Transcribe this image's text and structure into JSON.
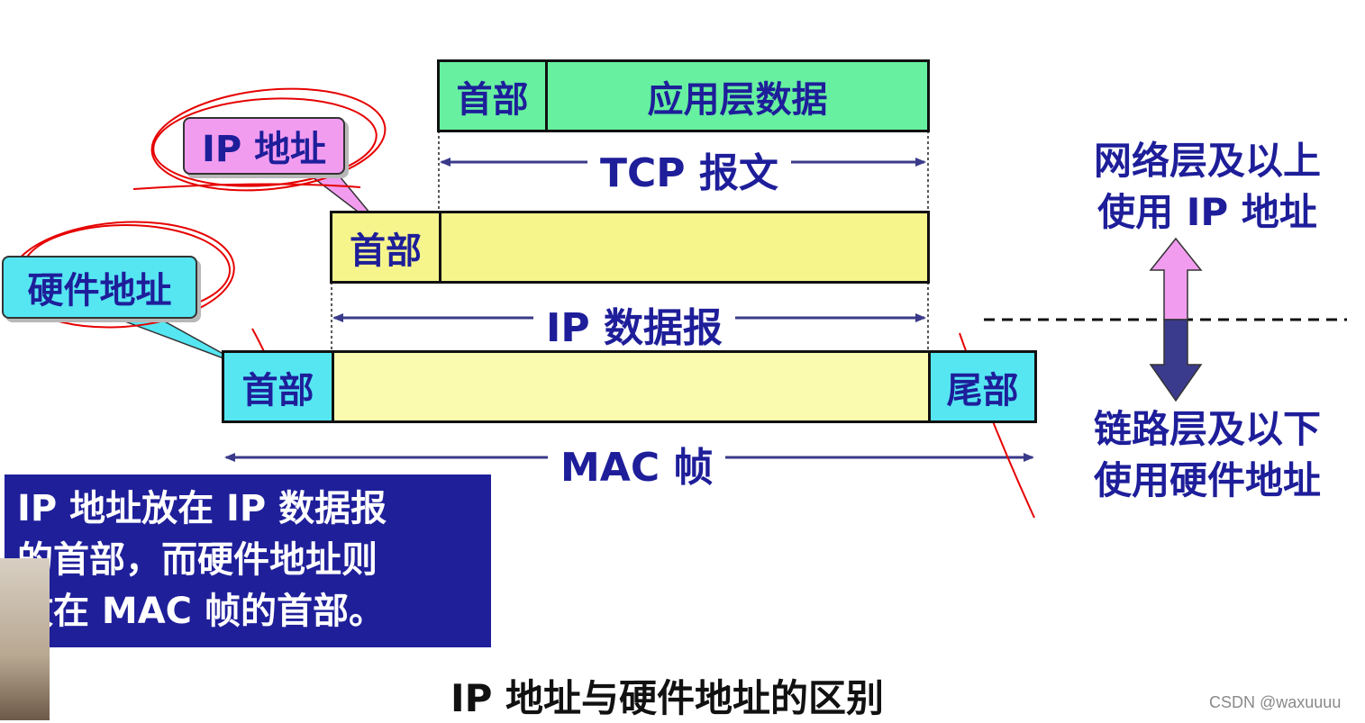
{
  "tcp_segment": {
    "header": "首部",
    "payload": "应用层数据",
    "label": "TCP 报文"
  },
  "ip_datagram": {
    "header": "首部",
    "label": "IP 数据报"
  },
  "mac_frame": {
    "header": "首部",
    "trailer": "尾部",
    "label": "MAC 帧"
  },
  "callouts": {
    "ip_address": "IP 地址",
    "hardware_address": "硬件地址"
  },
  "layers": {
    "upper_line1": "网络层及以上",
    "upper_line2": "使用 IP 地址",
    "lower_line1": "链路层及以下",
    "lower_line2": "使用硬件地址"
  },
  "note": {
    "line1": "IP 地址放在 IP 数据报",
    "line2": "的首部，而硬件地址则",
    "line3": "放在 MAC 帧的首部。"
  },
  "caption": "IP 地址与硬件地址的区别",
  "watermark": "CSDN @waxuuuu",
  "colors": {
    "tcp_fill": "#66f0a0",
    "ip_fill": "#f6f58c",
    "mac_body_fill": "#fbfbb0",
    "mac_edge_fill": "#55e6f2",
    "ip_callout_fill": "#f29cf0",
    "hw_callout_fill": "#55e6f2",
    "note_bg": "#1f1f9a",
    "text_blue": "#1e1e9a",
    "annotation_red": "#e60000"
  }
}
